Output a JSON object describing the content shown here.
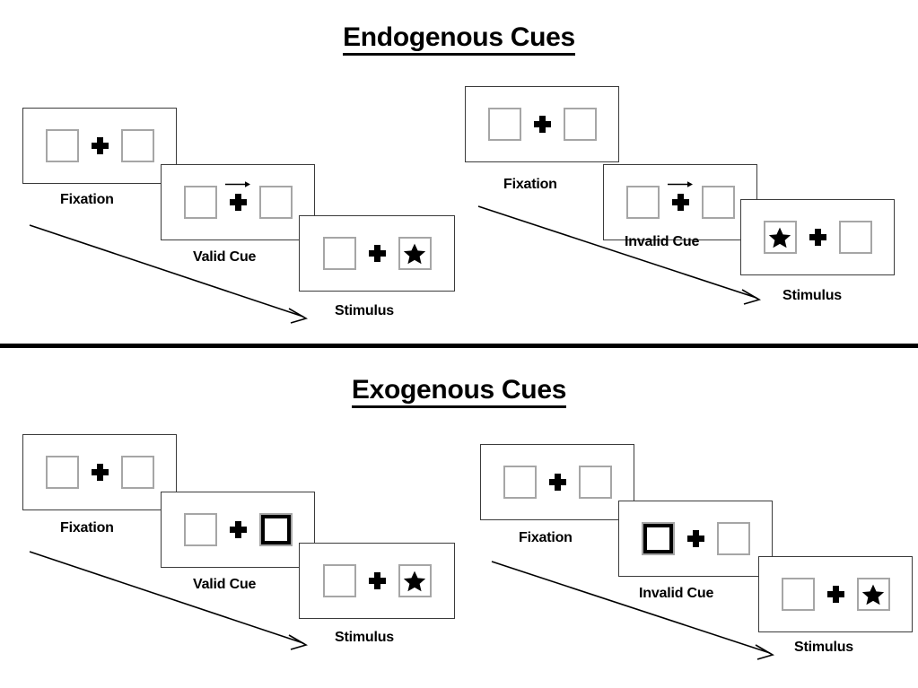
{
  "sections": [
    {
      "id": "endogenous",
      "title": "Endogenous Cues",
      "panels": [
        {
          "id": "endogenous-valid",
          "frames": [
            {
              "caption": "Fixation",
              "left_box": "empty",
              "right_box": "empty",
              "cue": "none"
            },
            {
              "caption": "Valid Cue",
              "left_box": "empty",
              "right_box": "empty",
              "cue": "arrow-right"
            },
            {
              "caption": "Stimulus",
              "left_box": "empty",
              "right_box": "star",
              "cue": "none"
            }
          ]
        },
        {
          "id": "endogenous-invalid",
          "frames": [
            {
              "caption": "Fixation",
              "left_box": "empty",
              "right_box": "empty",
              "cue": "none"
            },
            {
              "caption": "Invalid Cue",
              "left_box": "empty",
              "right_box": "empty",
              "cue": "arrow-right"
            },
            {
              "caption": "Stimulus",
              "left_box": "star",
              "right_box": "empty",
              "cue": "none"
            }
          ]
        }
      ]
    },
    {
      "id": "exogenous",
      "title": "Exogenous Cues",
      "panels": [
        {
          "id": "exogenous-valid",
          "frames": [
            {
              "caption": "Fixation",
              "left_box": "empty",
              "right_box": "empty",
              "cue": "none"
            },
            {
              "caption": "Valid Cue",
              "left_box": "empty",
              "right_box": "highlighted",
              "cue": "none"
            },
            {
              "caption": "Stimulus",
              "left_box": "empty",
              "right_box": "star",
              "cue": "none"
            }
          ]
        },
        {
          "id": "exogenous-invalid",
          "frames": [
            {
              "caption": "Fixation",
              "left_box": "empty",
              "right_box": "empty",
              "cue": "none"
            },
            {
              "caption": "Invalid Cue",
              "left_box": "highlighted",
              "right_box": "empty",
              "cue": "none"
            },
            {
              "caption": "Stimulus",
              "left_box": "empty",
              "right_box": "star",
              "cue": "none"
            }
          ]
        }
      ]
    }
  ],
  "colors": {
    "frame_border": "#3b3b3b",
    "box_border": "#a6a6a6",
    "ink": "#000000",
    "background": "#ffffff"
  },
  "icons": {
    "fixation_cross": "plus-icon",
    "target": "star-icon",
    "endogenous_cue": "arrow-right-icon",
    "time_flow": "diagonal-arrow-icon"
  },
  "titles": {
    "endogenous": "Endogenous Cues",
    "exogenous": "Exogenous Cues"
  }
}
